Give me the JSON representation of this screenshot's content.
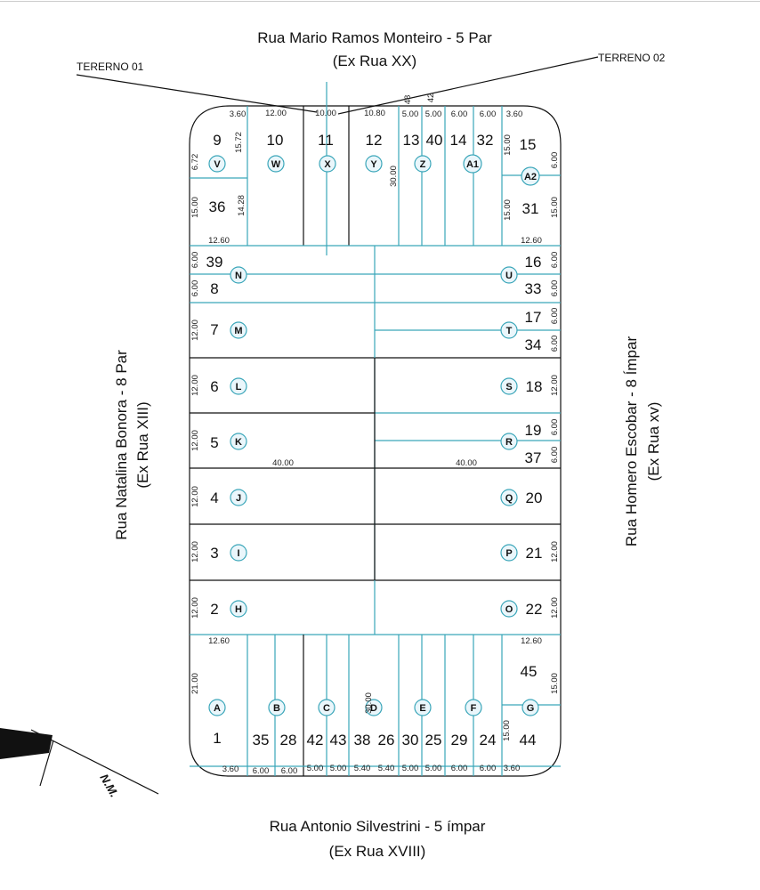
{
  "streets": {
    "top_name": "Rua Mario Ramos Monteiro - 5 Par",
    "top_old": "(Ex Rua XX)",
    "left_name": "Rua Natalina Bonora - 8 Par",
    "left_old": "(Ex Rua XIII)",
    "right_name": "Rua Homero Escobar - 8 Ímpar",
    "right_old": "(Ex Rua xv)",
    "bottom_name": "Rua Antonio Silvestrini - 5 ímpar",
    "bottom_old": "(Ex Rua XVIII)"
  },
  "terrenos": {
    "t1": "TERERNO 01",
    "t2": "TERRENO 02"
  },
  "north": "N.M.",
  "lots": [
    {
      "num": "9",
      "letter": "V"
    },
    {
      "num": "10",
      "letter": "W"
    },
    {
      "num": "11",
      "letter": "X"
    },
    {
      "num": "12",
      "letter": "Y"
    },
    {
      "num": "13",
      "letter": "Z"
    },
    {
      "num": "40",
      "letter": ""
    },
    {
      "num": "14",
      "letter": "A1"
    },
    {
      "num": "32",
      "letter": ""
    },
    {
      "num": "15",
      "letter": "A2"
    },
    {
      "num": "36",
      "letter": ""
    },
    {
      "num": "31",
      "letter": ""
    },
    {
      "num": "39",
      "letter": "N"
    },
    {
      "num": "8",
      "letter": ""
    },
    {
      "num": "16",
      "letter": "U"
    },
    {
      "num": "33",
      "letter": ""
    },
    {
      "num": "7",
      "letter": "M"
    },
    {
      "num": "17",
      "letter": "T"
    },
    {
      "num": "34",
      "letter": ""
    },
    {
      "num": "6",
      "letter": "L"
    },
    {
      "num": "18",
      "letter": "S"
    },
    {
      "num": "5",
      "letter": "K"
    },
    {
      "num": "19",
      "letter": "R"
    },
    {
      "num": "37",
      "letter": ""
    },
    {
      "num": "4",
      "letter": "J"
    },
    {
      "num": "20",
      "letter": "Q"
    },
    {
      "num": "3",
      "letter": "I"
    },
    {
      "num": "21",
      "letter": "P"
    },
    {
      "num": "2",
      "letter": "H"
    },
    {
      "num": "22",
      "letter": "O"
    },
    {
      "num": "1",
      "letter": "A"
    },
    {
      "num": "35",
      "letter": "B"
    },
    {
      "num": "28",
      "letter": ""
    },
    {
      "num": "42",
      "letter": "C"
    },
    {
      "num": "43",
      "letter": ""
    },
    {
      "num": "38",
      "letter": "D"
    },
    {
      "num": "26",
      "letter": ""
    },
    {
      "num": "30",
      "letter": "E"
    },
    {
      "num": "25",
      "letter": ""
    },
    {
      "num": "29",
      "letter": "F"
    },
    {
      "num": "24",
      "letter": ""
    },
    {
      "num": "45",
      "letter": "G"
    },
    {
      "num": "44",
      "letter": ""
    }
  ],
  "dims": {
    "top": [
      "3.60",
      "12.00",
      "10.00",
      "10.80",
      "5.00",
      "5.00",
      "6.00",
      "6.00",
      "3.60"
    ],
    "top_small": [
      "48",
      "42"
    ],
    "bottom": [
      "3.60",
      "6.00",
      "6.00",
      "5.00",
      "5.00",
      "5.40",
      "5.40",
      "5.00",
      "5.00",
      "6.00",
      "6.00",
      "3.60"
    ],
    "w1260": "12.60",
    "w4000": "40.00",
    "d3000": "30.00",
    "d2100": "21.00",
    "d1500": "15.00",
    "d1428": "14.28",
    "d1572": "15.72",
    "d672": "6.72",
    "d1200": "12.00",
    "d600": "6.00"
  },
  "colors": {
    "lot_lines": "#3aa6b9",
    "block_lines": "#111111",
    "circle_fill": "#eaf6fb"
  }
}
